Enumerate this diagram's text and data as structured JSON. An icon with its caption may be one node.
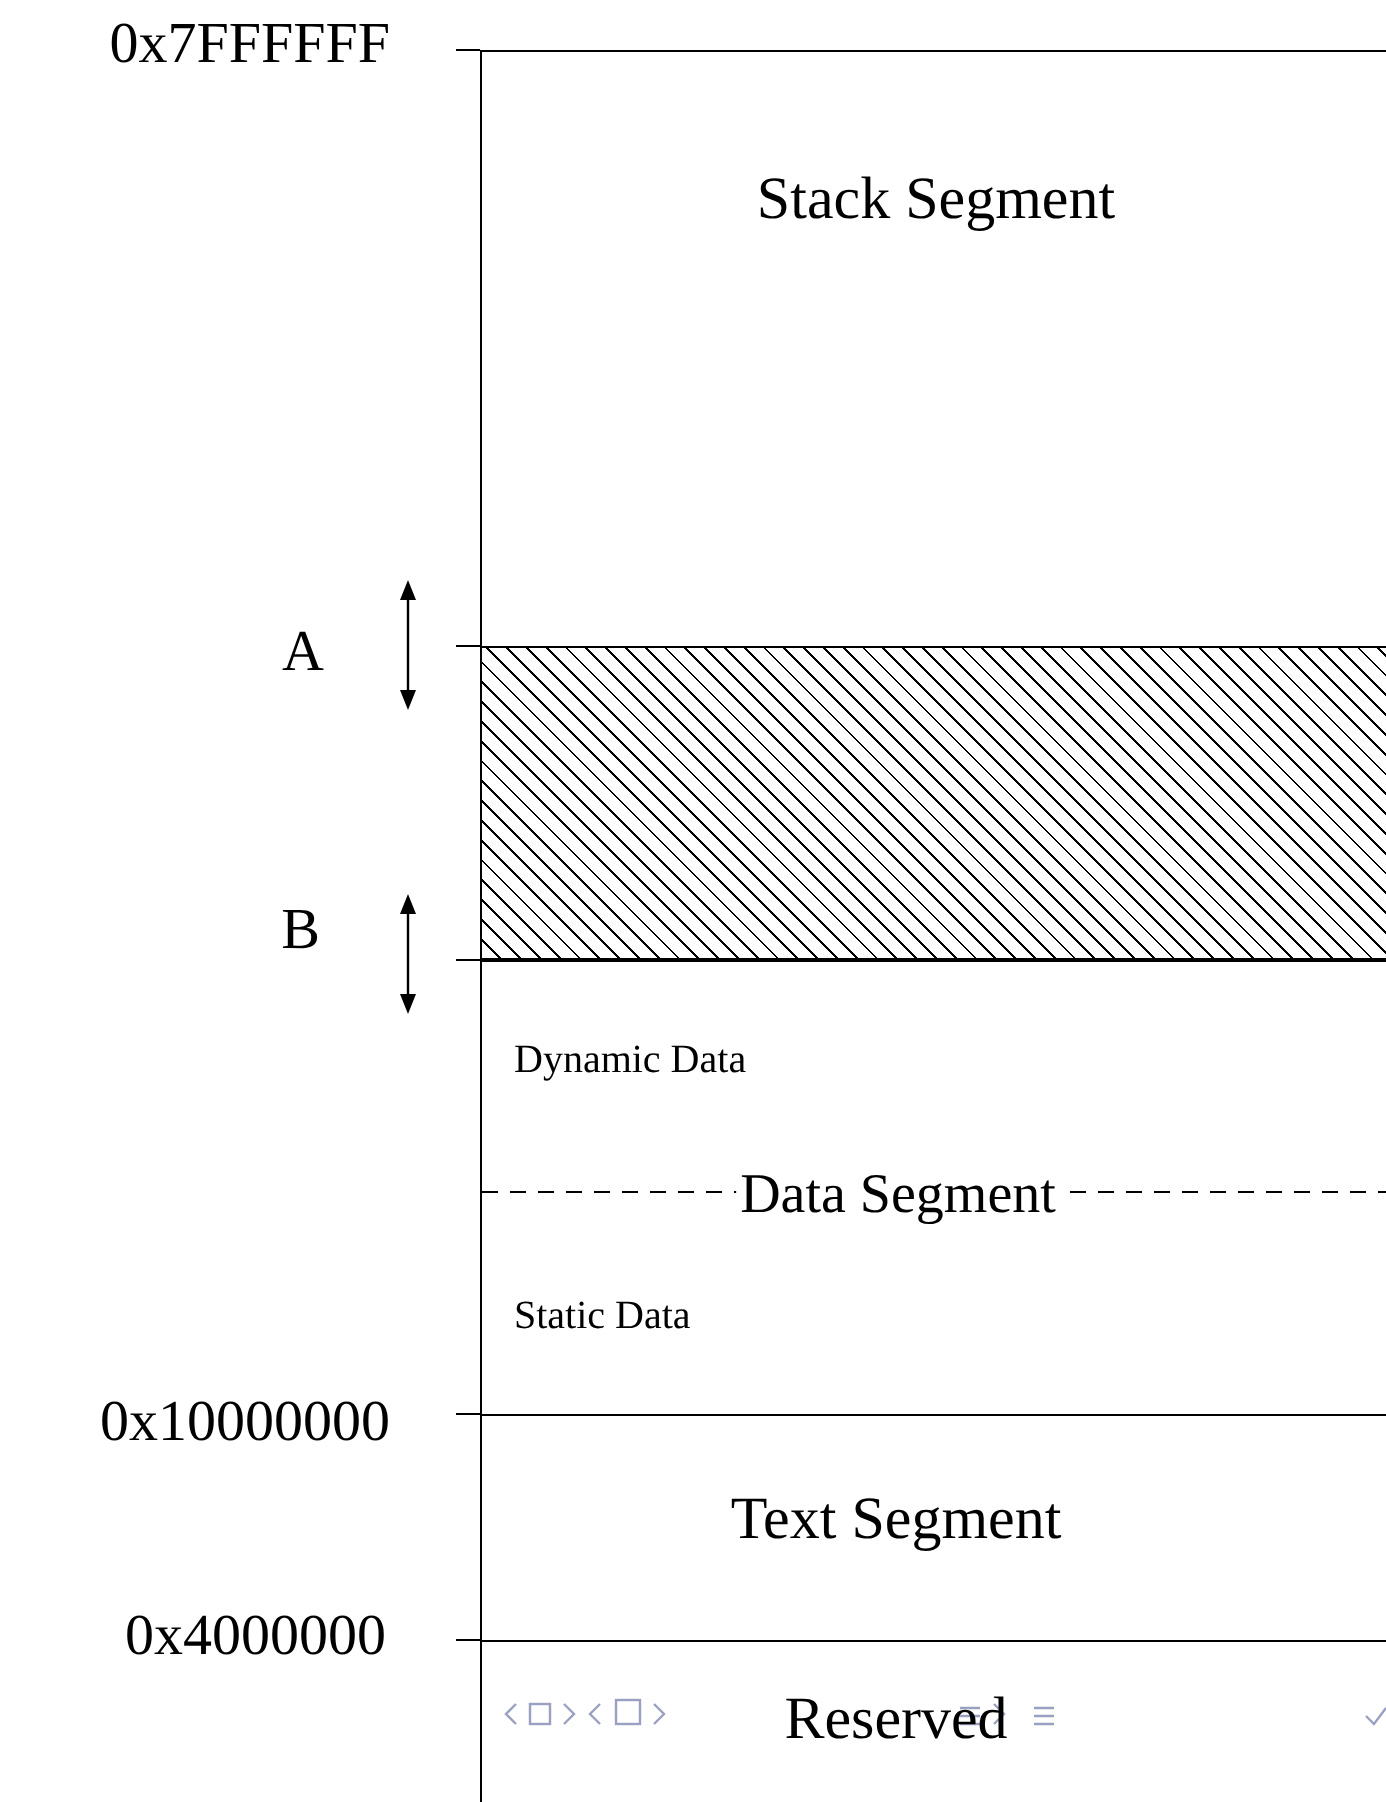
{
  "diagram": {
    "nodes": [
      {
        "text": [
          "Stack Segment"
        ]
      },
      {
        "text": [],
        "shape": "box"
      },
      {
        "text": [
          "Dynamic Data",
          "Data Segment",
          "Static Data"
        ]
      },
      {
        "text": [
          "Text Segment"
        ]
      },
      {
        "text": [
          "Reserved"
        ]
      }
    ],
    "labels": [
      "0x7FFFFFF",
      "A",
      "B",
      "0x10000000",
      "0x4000000"
    ]
  }
}
